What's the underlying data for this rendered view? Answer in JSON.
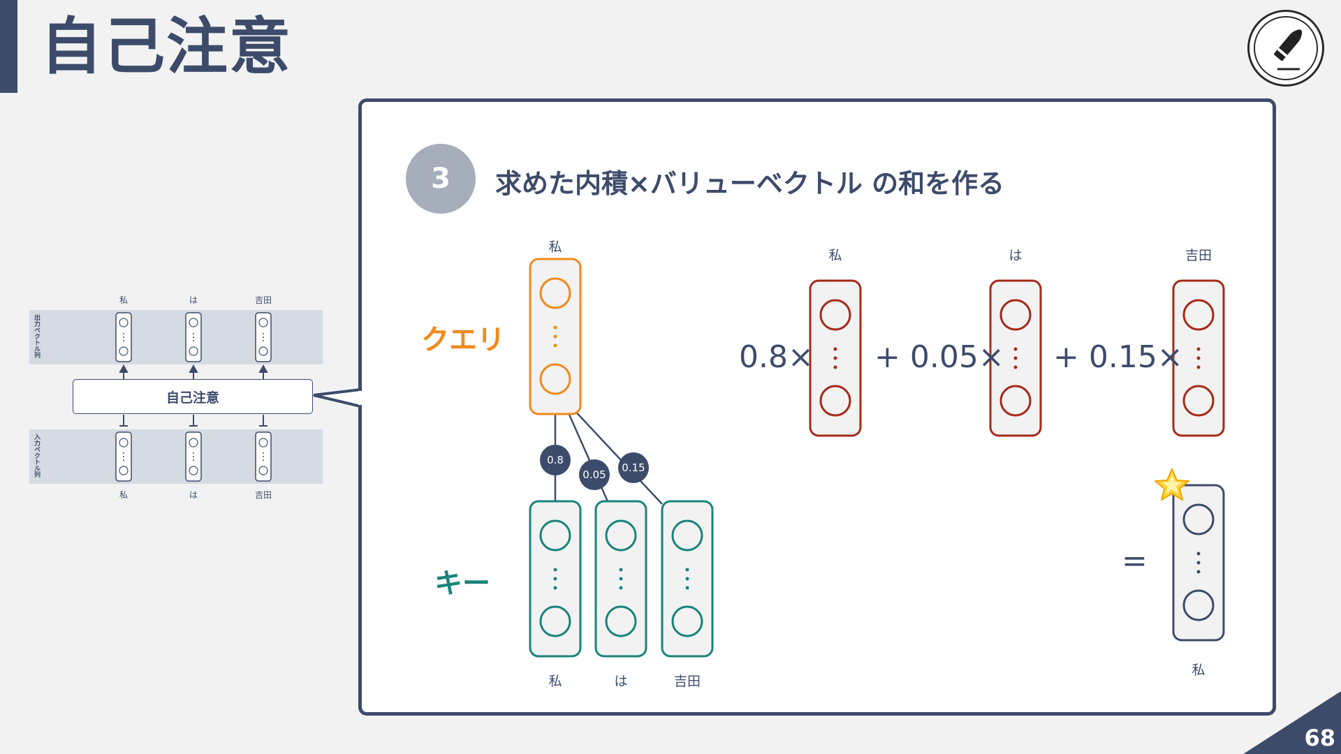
{
  "slide": {
    "title": "自己注意",
    "page_number": "68"
  },
  "step": {
    "number": "3",
    "heading": "求めた内積×バリューベクトル の和を作る"
  },
  "query": {
    "label": "クエリ",
    "word": "私",
    "color": "#f08a1c"
  },
  "key": {
    "label": "キー",
    "words": [
      "私",
      "は",
      "吉田"
    ],
    "color": "#18847a"
  },
  "weights": [
    "0.8",
    "0.05",
    "0.15"
  ],
  "values": {
    "words": [
      "私",
      "は",
      "吉田"
    ],
    "coefficients": [
      "0.8×",
      "+ 0.05×",
      "+ 0.15×"
    ],
    "color": "#a52a1a"
  },
  "result": {
    "equals": "=",
    "word": "私",
    "color": "#3d4b6b"
  },
  "mini_diagram": {
    "output_label": "出力ベクトル列",
    "input_label": "入力ベクトル列",
    "box_label": "自己注意",
    "output_words": [
      "私",
      "は",
      "吉田"
    ],
    "input_words": [
      "私",
      "は",
      "吉田"
    ]
  },
  "colors": {
    "primary": "#3d4b6b",
    "background": "#f2f2f2",
    "step_circle": "#a6adbb"
  },
  "icons": {
    "logo": "bullet-logo-icon",
    "star": "star-icon"
  }
}
